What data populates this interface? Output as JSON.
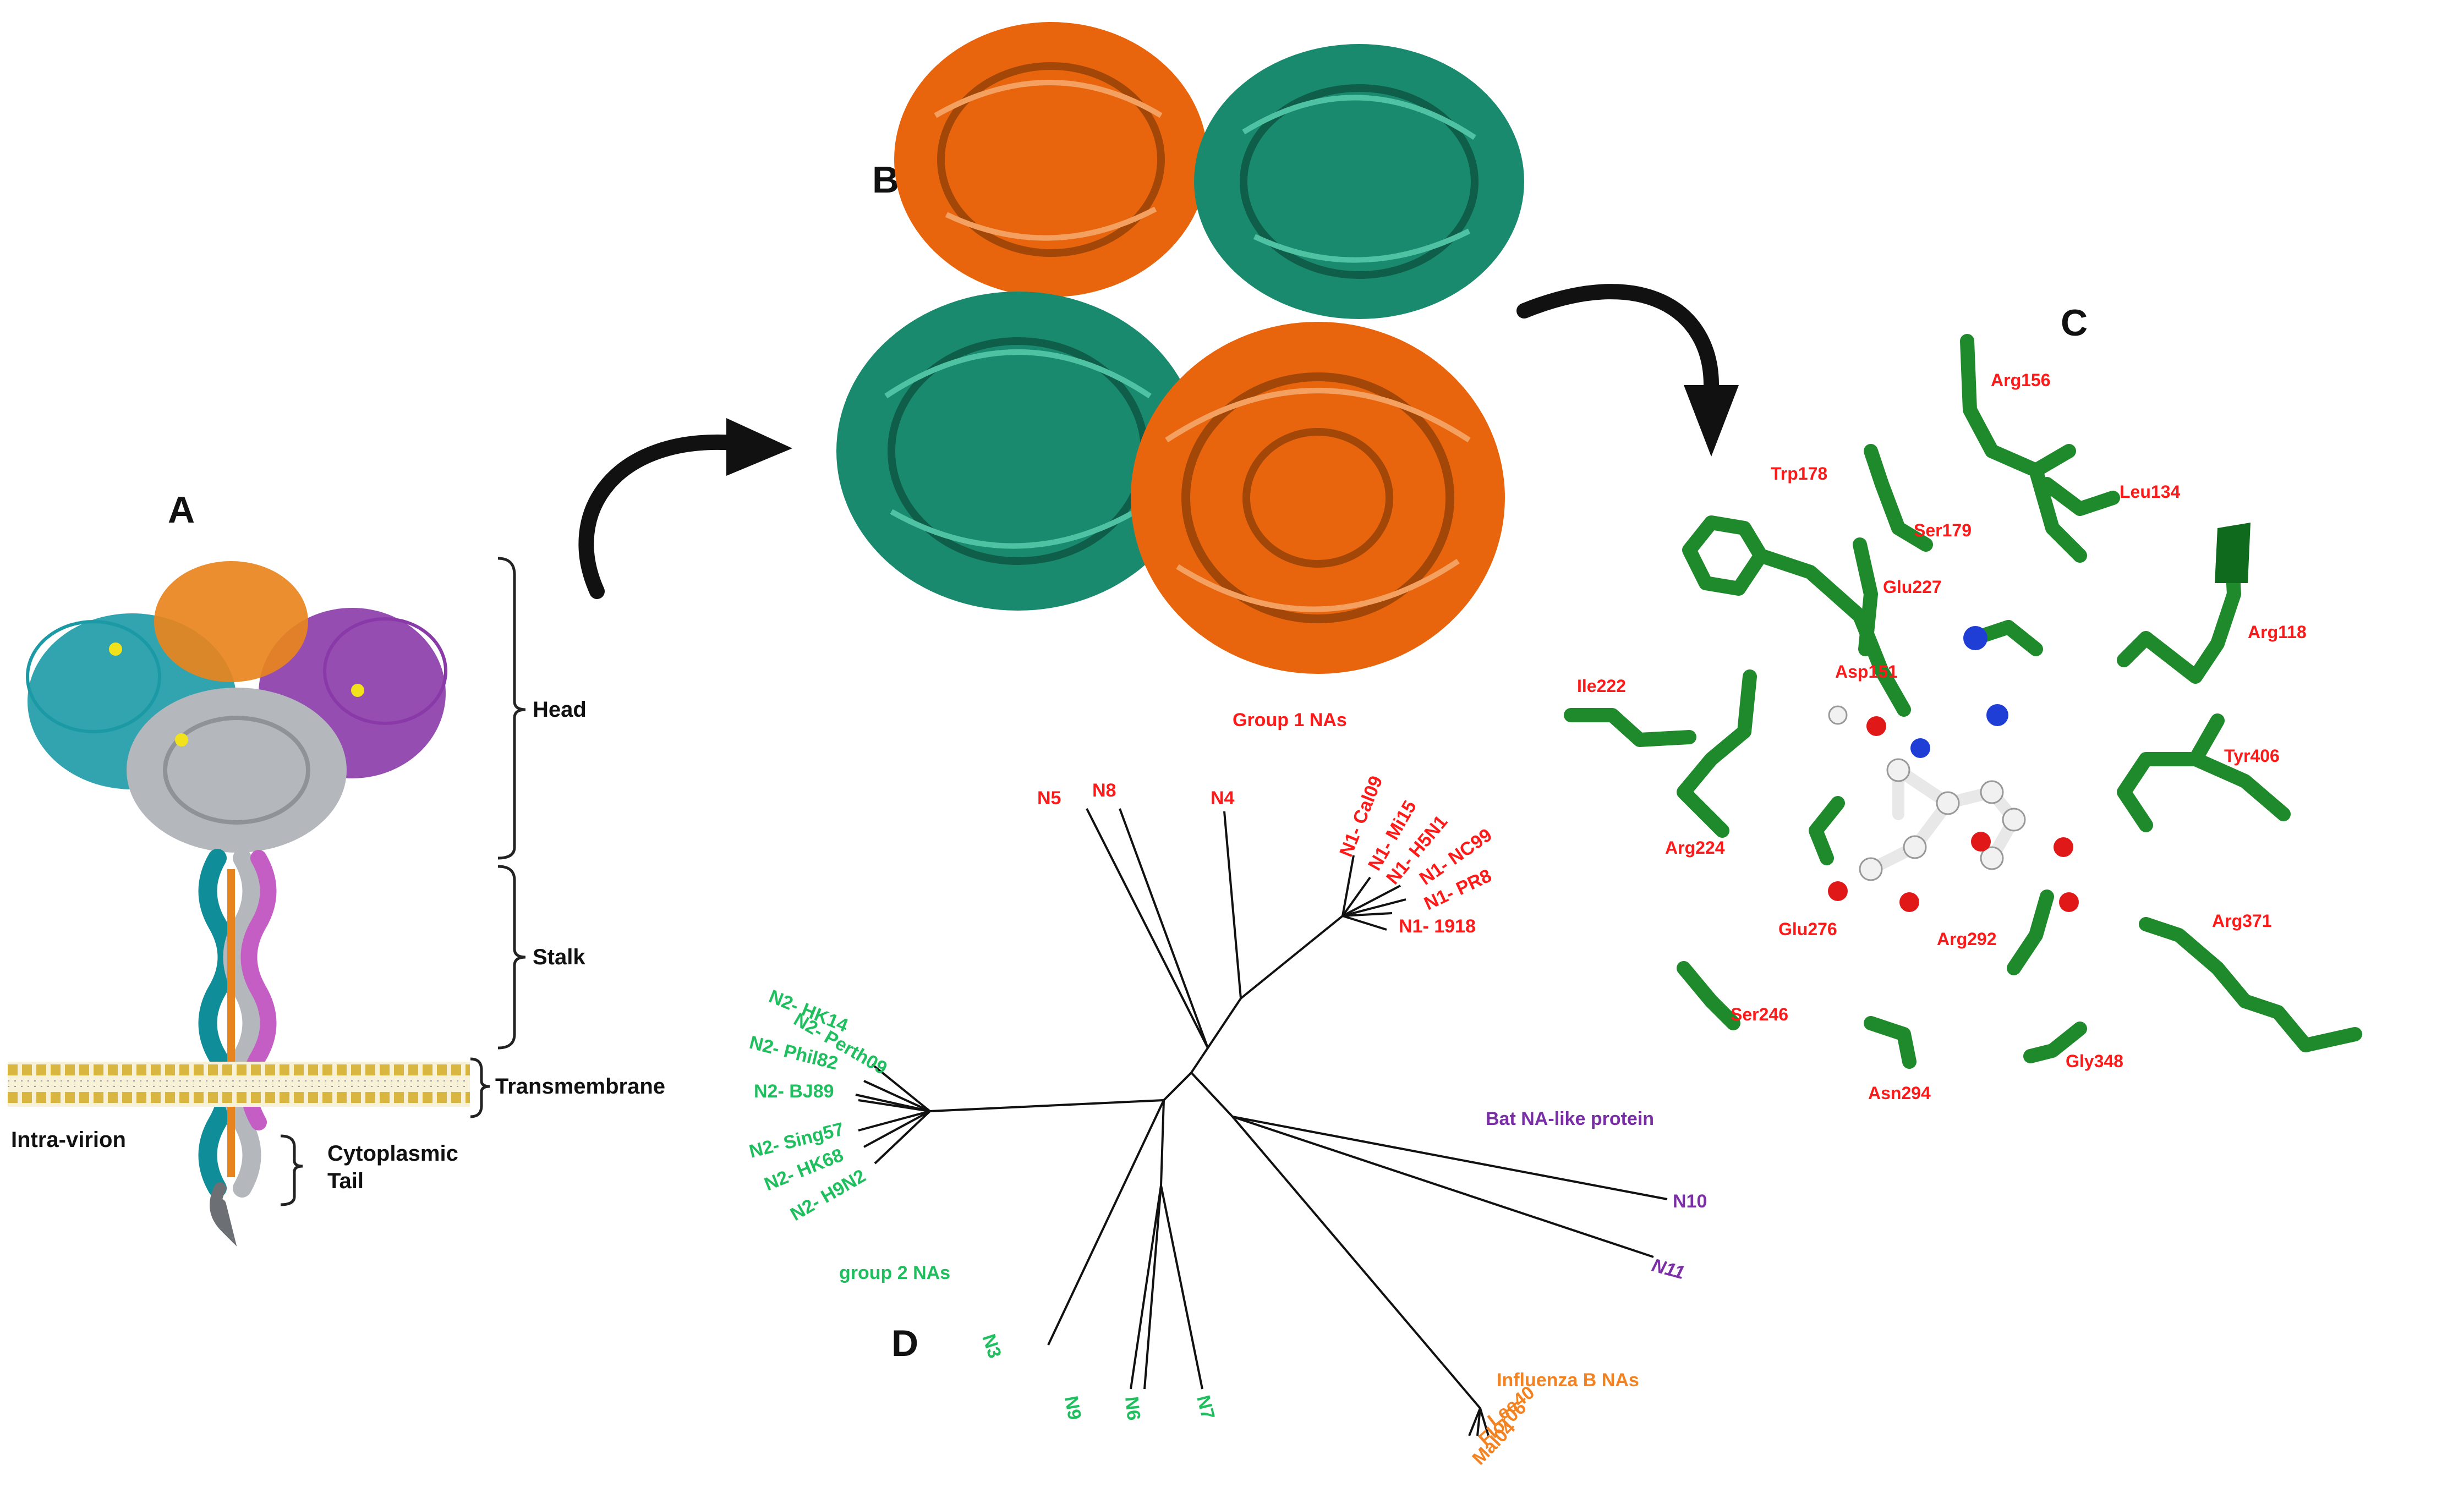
{
  "panels": {
    "a": "A",
    "b": "B",
    "c": "C",
    "d": "D"
  },
  "colors": {
    "group1": "#ff1a1a",
    "group2": "#1fbf5f",
    "bat": "#7b2fa6",
    "influenzaB": "#f58220",
    "residue_label": "#ff1a1a",
    "residue_stick": "#1f8a2b",
    "orange_protomer": "#e8650e",
    "teal_protomer": "#1a8a6e"
  },
  "panel_a": {
    "domain_labels": [
      "Head",
      "Stalk",
      "Transmembrane"
    ],
    "side_labels": {
      "inside": "Intra-virion",
      "tail_line1": "Cytoplasmic",
      "tail_line2": "Tail"
    }
  },
  "panel_c": {
    "residues": [
      "Arg156",
      "Trp178",
      "Leu134",
      "Ser179",
      "Glu227",
      "Arg118",
      "Ile222",
      "Asp151",
      "Tyr406",
      "Arg224",
      "Glu276",
      "Arg292",
      "Arg371",
      "Ser246",
      "Asn294",
      "Gly348"
    ]
  },
  "panel_d": {
    "group1_title": "Group 1 NAs",
    "group2_title": "group 2 NAs",
    "bat_title": "Bat NA-like protein",
    "influenzaB_title": "Influenza B NAs",
    "group1_leaves": [
      "N5",
      "N8",
      "N4",
      "N1- Cal09",
      "N1- Mi15",
      "N1- H5N1",
      "N1- NC99",
      "N1- PR8",
      "N1- 1918"
    ],
    "group2_leaves": [
      "N2- Perth09",
      "N2- HK14",
      "N2- Phil82",
      "N2- BJ89",
      "N2- Sing57",
      "N2- HK68",
      "N2- H9N2",
      "N3",
      "N9",
      "N6",
      "N7"
    ],
    "bat_leaves": [
      "N10",
      "N11"
    ],
    "influenzaB_leaves": [
      "Lee40",
      "Flor06",
      "Mal04"
    ]
  }
}
